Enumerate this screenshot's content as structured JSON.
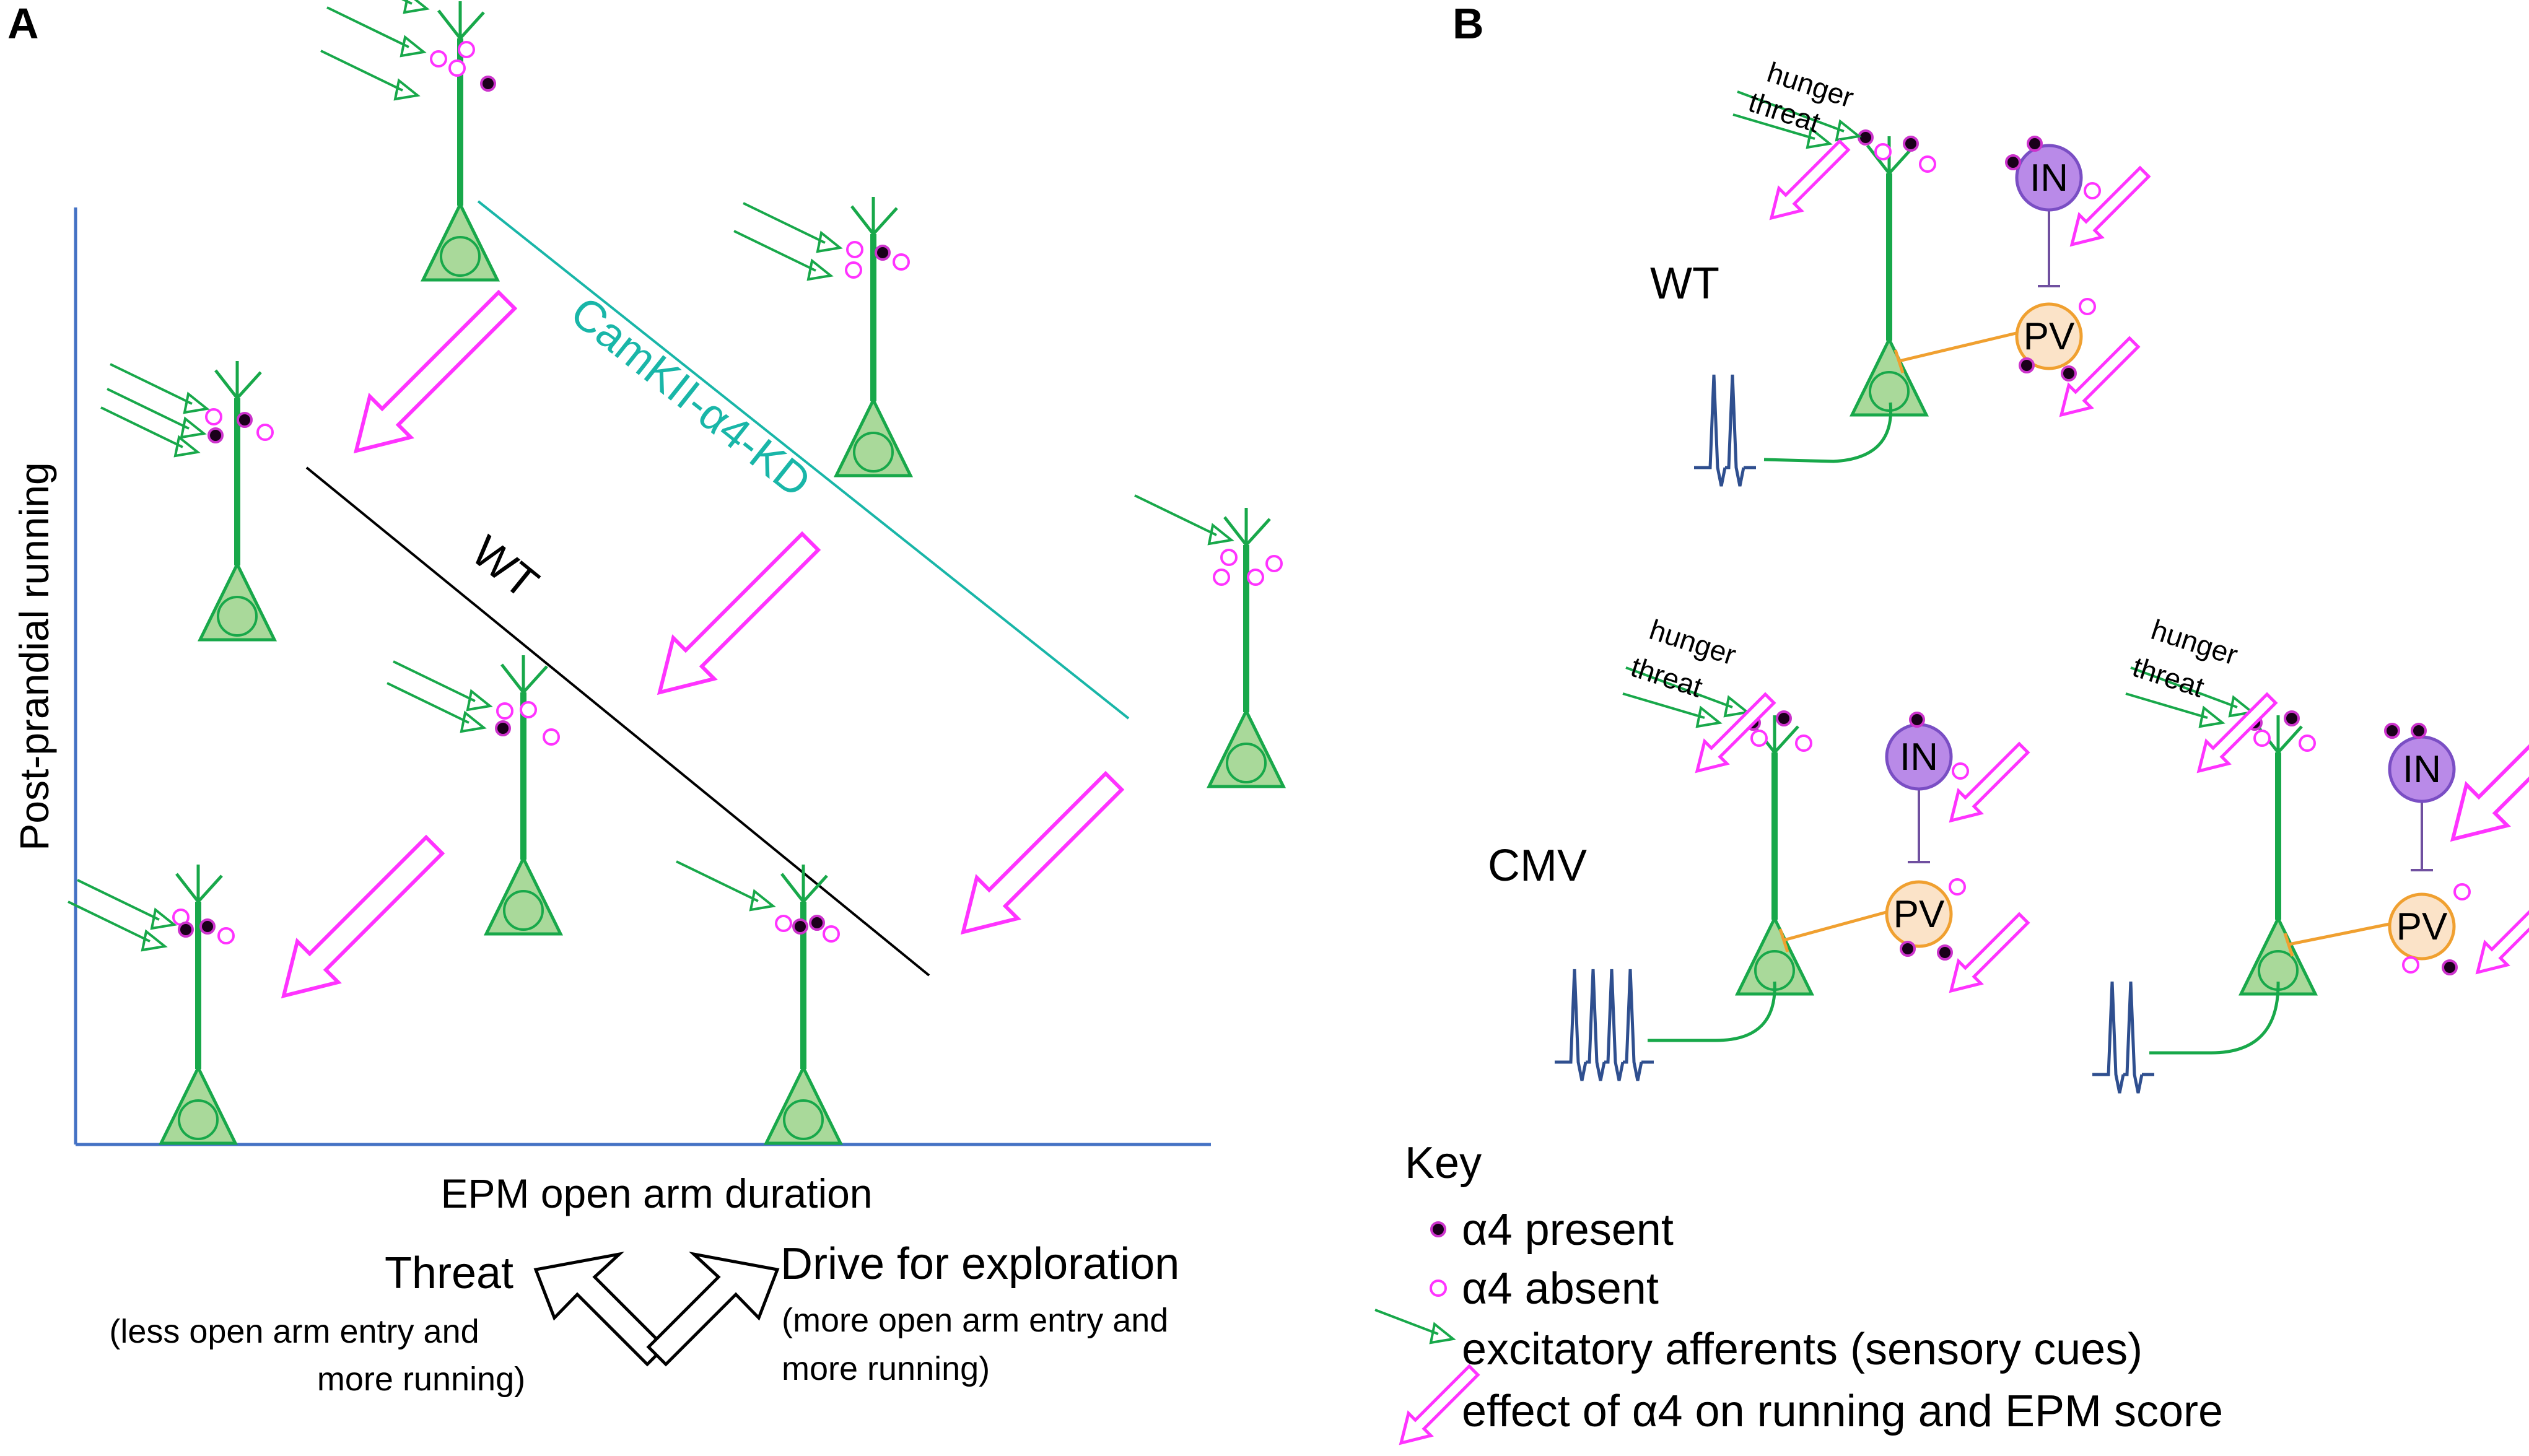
{
  "panel_a": {
    "letter": "A",
    "y_axis_label": "Post-prandial running",
    "x_axis_label": "EPM open arm duration",
    "line_teal_label": "CamKII-α4-KD",
    "line_wt_label": "WT",
    "threat": {
      "title": "Threat",
      "desc_line1": "(less open arm entry and",
      "desc_line2": "more running)"
    },
    "drive": {
      "title": "Drive for exploration",
      "desc_line1": "(more open arm entry and",
      "desc_line2": "more running)"
    }
  },
  "panel_b": {
    "letter": "B",
    "wt_label": "WT",
    "cmv_label": "CMV",
    "hunger_label": "hunger",
    "threat_label": "threat",
    "in_label": "IN",
    "pv_label": "PV",
    "key": {
      "title": "Key",
      "present": "α4 present",
      "absent": "α4 absent",
      "afferents": "excitatory afferents (sensory cues)",
      "effect": "effect of α4 on running and EPM score"
    }
  },
  "colors": {
    "neuron_green": "#18a84a",
    "soma_fill": "#a9d99a",
    "magenta": "#ff33ff",
    "teal": "#19b6a8",
    "axis_blue": "#4472c4",
    "in_purple": "#b98ae8",
    "pv_fill": "#fbe3c8",
    "pv_orange": "#f0a030",
    "dot_black": "#1a001a",
    "spike_blue": "#2f4f8f"
  }
}
